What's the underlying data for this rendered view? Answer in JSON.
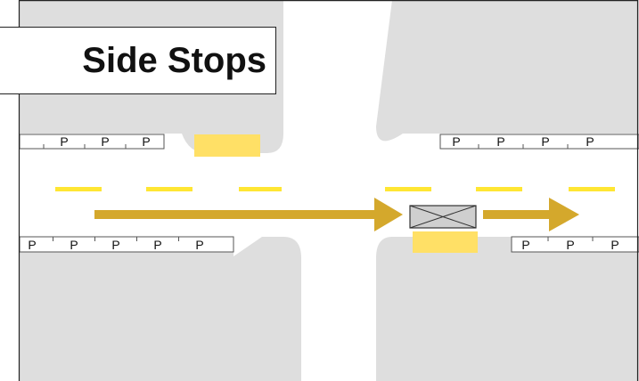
{
  "title": "Side Stops",
  "parking_label": "P",
  "parking_rows": [
    {
      "name": "top-left",
      "labels": [
        "P",
        "P",
        "P"
      ]
    },
    {
      "name": "top-right",
      "labels": [
        "P",
        "P",
        "P",
        "P"
      ]
    },
    {
      "name": "bottom-left",
      "labels": [
        "P",
        "P",
        "P",
        "P",
        "P"
      ]
    },
    {
      "name": "bottom-right",
      "labels": [
        "P",
        "P",
        "P"
      ]
    }
  ],
  "colors": {
    "block": "#dedede",
    "lane_marking": "#ffe633",
    "stop_zone": "#ffe066",
    "arrow": "#d4a82c",
    "bus_fill": "#cfcfcf",
    "outline": "#222222"
  },
  "icons": {
    "bus": "bus-box-icon",
    "arrow": "travel-direction-arrow-icon"
  }
}
